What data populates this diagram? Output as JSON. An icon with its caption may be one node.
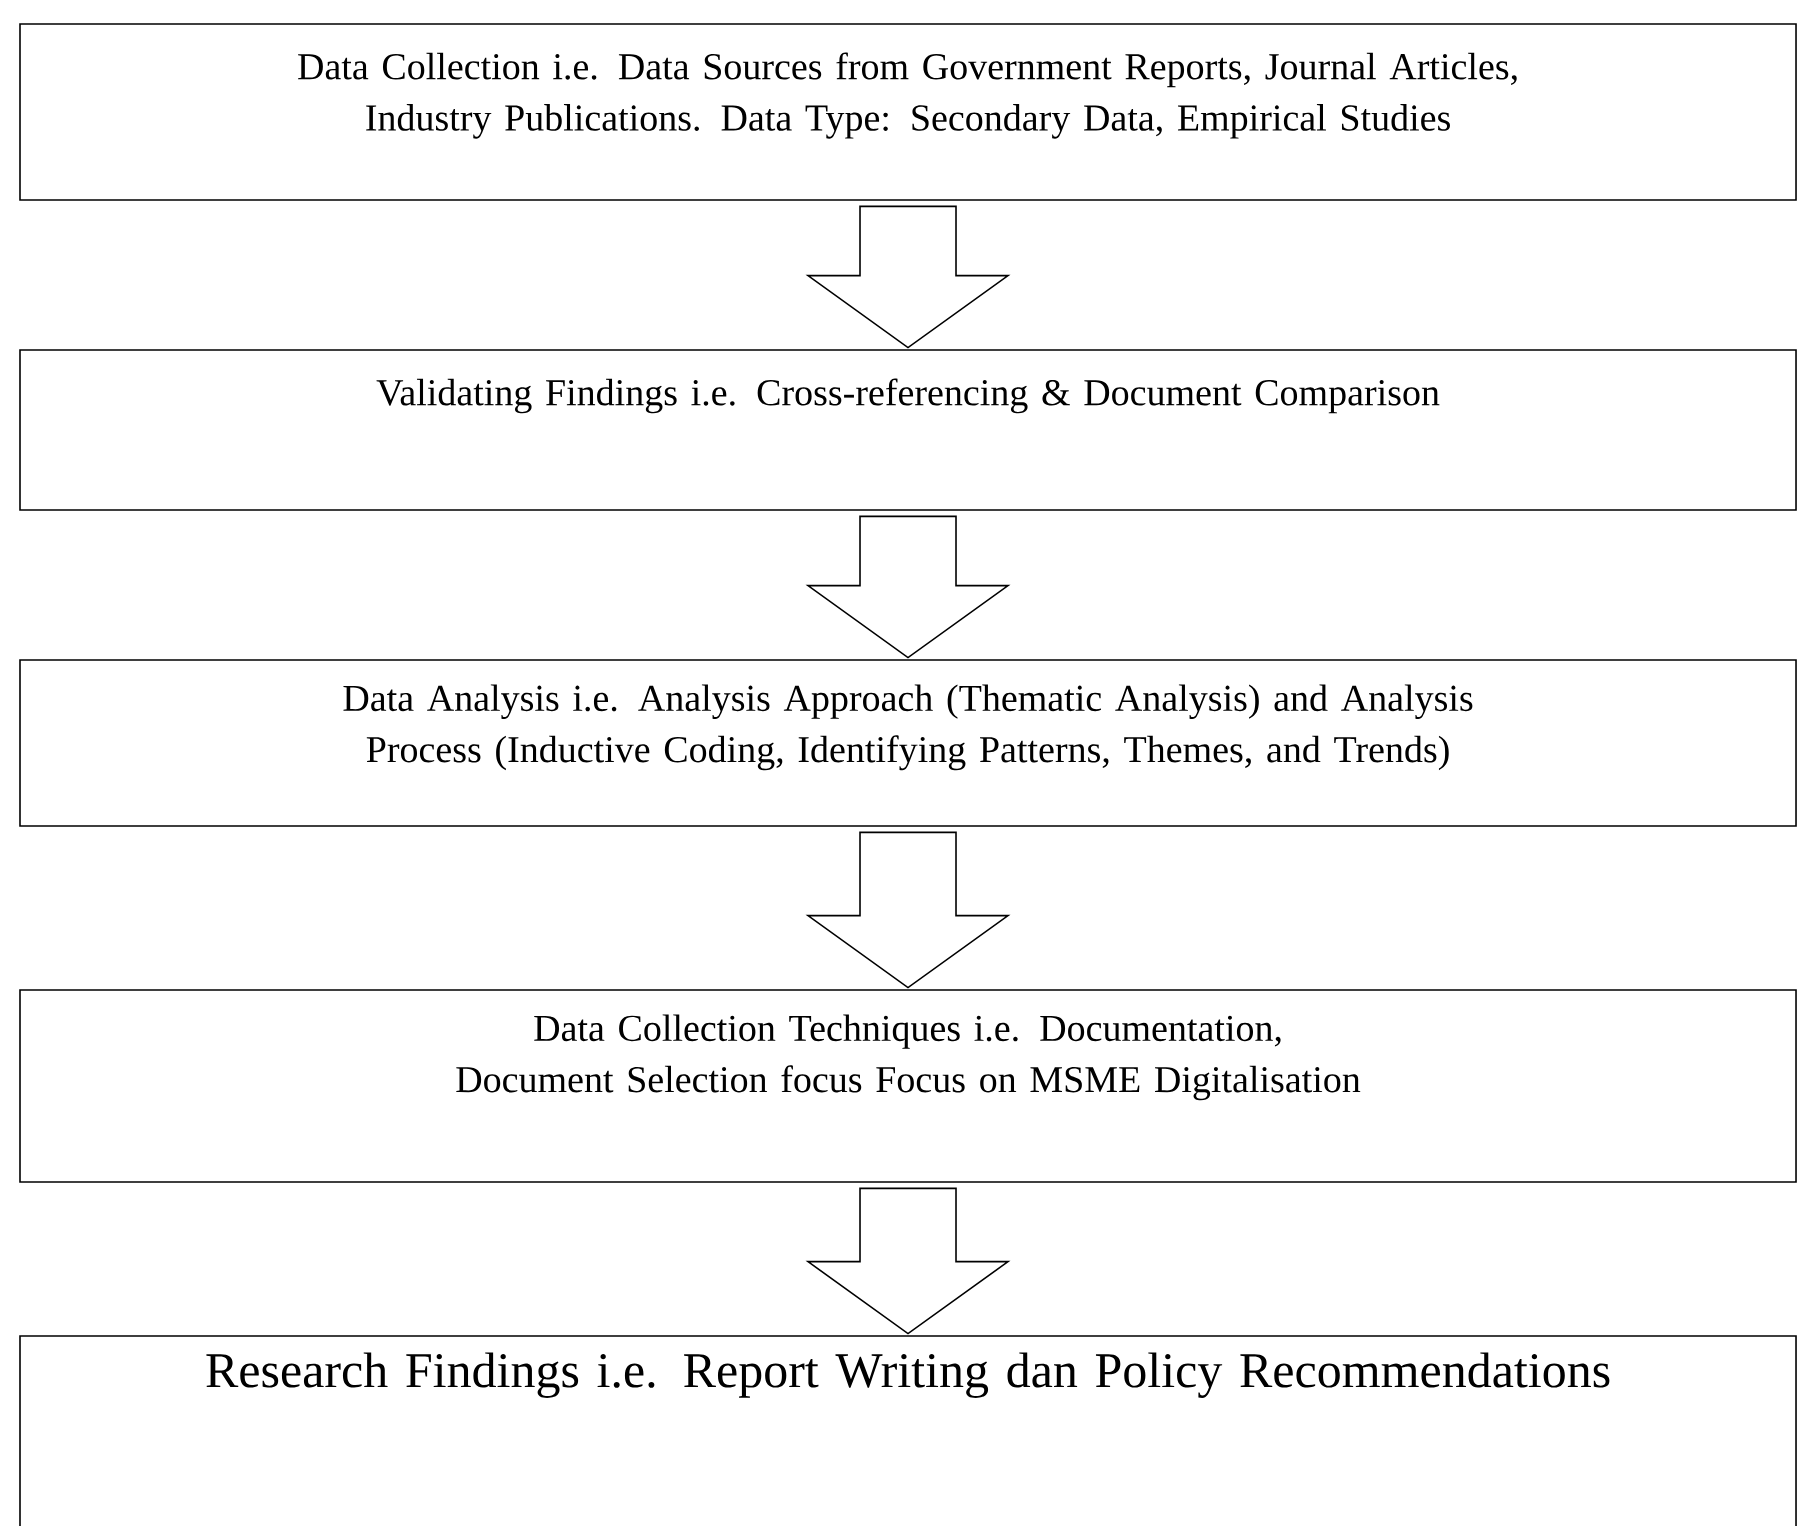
{
  "diagram": {
    "nodes": [
      {
        "text": [
          "Data Collection i.e. Data Sources from Government Reports, Journal Articles, Industry Publications. Data Type: Secondary Data, Empirical Studies"
        ]
      },
      {
        "text": [
          "Validating Findings i.e. Cross-referencing & Document Comparison"
        ]
      },
      {
        "text": [
          "Data Analysis i.e. Analysis Approach (Thematic Analysis) and Analysis Process (Inductive Coding, Identifying Patterns, Themes, and Trends)"
        ]
      },
      {
        "text": [
          "Data Collection Techniques i.e. Documentation, Document Selection focus Focus on MSME Digitalisation"
        ]
      },
      {
        "text": [
          "Research Findings i.e. Report Writing dan Policy Recommendations"
        ]
      }
    ],
    "edges": [
      {
        "from": 0,
        "to": 1,
        "arrow": "to"
      },
      {
        "from": 1,
        "to": 2,
        "arrow": "to"
      },
      {
        "from": 2,
        "to": 3,
        "arrow": "to"
      },
      {
        "from": 3,
        "to": 4,
        "arrow": "to"
      }
    ]
  }
}
